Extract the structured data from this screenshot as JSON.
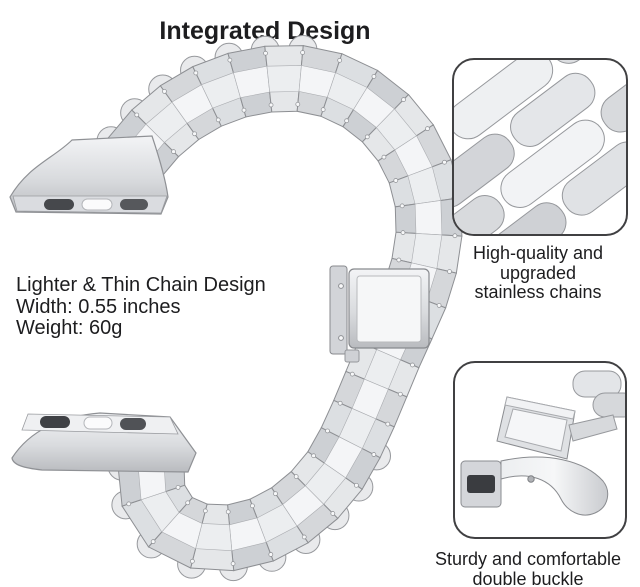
{
  "title": "Integrated Design",
  "features": {
    "lines": [
      "Lighter & Thin Chain Design",
      "Width: 0.55 inches",
      "Weight: 60g"
    ]
  },
  "callouts": [
    {
      "id": "stainless-chains",
      "lines": [
        "High-quality and",
        "upgraded",
        "stainless chains"
      ]
    },
    {
      "id": "double-buckle",
      "lines": [
        "Sturdy and comfortable",
        "double buckle"
      ]
    }
  ],
  "colors": {
    "background": "#ffffff",
    "text": "#1d1d1f",
    "box-border": "#404042",
    "metal-light": "#f3f4f6",
    "metal-mid": "#d6d8db",
    "metal-dark": "#b7b9bd",
    "metal-outline": "#8d8f93",
    "slot-dark": "#46484c"
  }
}
